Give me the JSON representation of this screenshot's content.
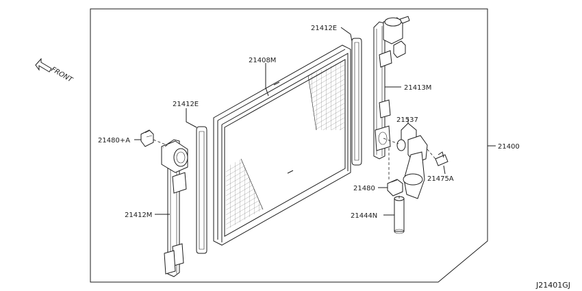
{
  "diagram": {
    "direction_label": "FRONT",
    "drawing_code": "J21401GJ",
    "parts": {
      "core": "21408M",
      "seal_upper_right": "21412E",
      "seal_left": "21412E",
      "tank_right": "21413M",
      "tank_left": "21412M",
      "drain_cock_upper": "21480+A",
      "drain_cock_lower": "21480",
      "gasket_kit": "21537",
      "bolt": "21475A",
      "hose_plug": "21444N",
      "radiator_assy": "21400"
    }
  }
}
